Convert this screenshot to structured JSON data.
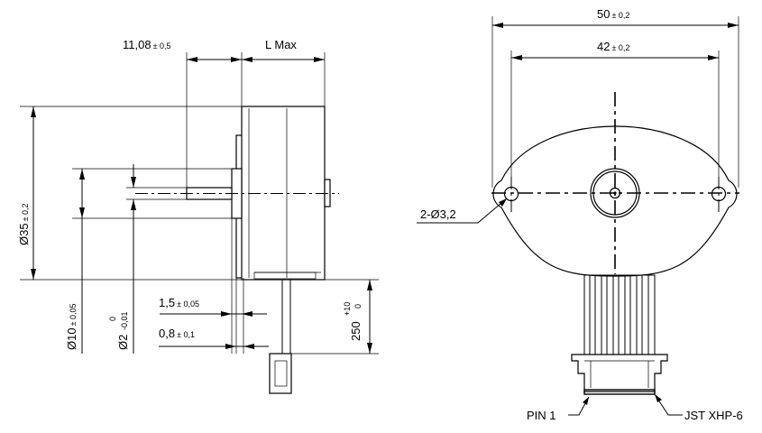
{
  "side_view": {
    "shaft_length": "11,08",
    "shaft_length_tol": "± 0,5",
    "body_length": "L Max",
    "body_diameter": "Ø35",
    "body_diameter_tol": "± 0,2",
    "boss_diameter": "Ø10",
    "boss_diameter_tol": "± 0,05",
    "shaft_diameter": "Ø2",
    "shaft_diameter_tol_upper": "0",
    "shaft_diameter_tol_lower": "-0,01",
    "boss_height": "1,5",
    "boss_height_tol": "± 0,05",
    "flange_thickness": "0,8",
    "flange_thickness_tol": "± 0,1",
    "cable_length": "250",
    "cable_length_tol_upper": "+10",
    "cable_length_tol_lower": "0"
  },
  "front_view": {
    "flange_width": "50",
    "flange_width_tol": "± 0,2",
    "hole_spacing": "42",
    "hole_spacing_tol": "± 0,2",
    "mount_holes": "2-Ø3,2",
    "pin1_label": "PIN 1",
    "connector_label": "JST XHP-6"
  }
}
